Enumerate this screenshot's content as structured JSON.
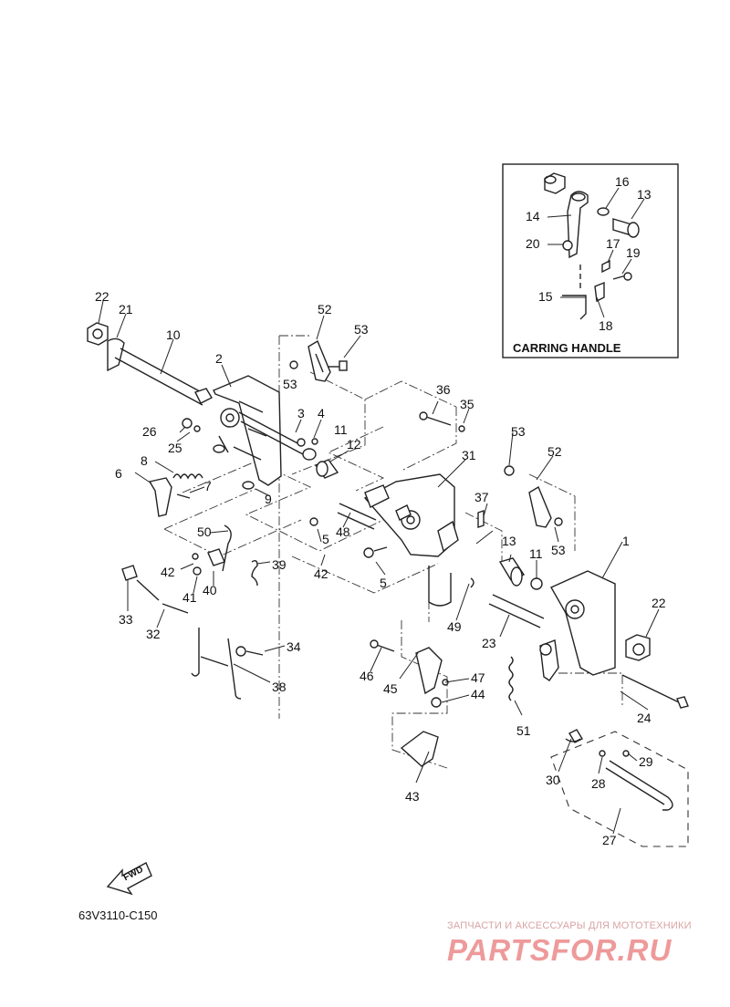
{
  "diagram_code": "63V3110-C150",
  "inset": {
    "title": "CARRING HANDLE"
  },
  "fwd_label": "FWD",
  "watermark": {
    "top_text": "ЗАПЧАСТИ И АКСЕССУАРЫ ДЛЯ МОТОТЕХНИКИ",
    "logo_text": "PARTSFOR.RU"
  },
  "callouts": [
    "1",
    "2",
    "3",
    "4",
    "5",
    "6",
    "7",
    "8",
    "9",
    "10",
    "11",
    "12",
    "13",
    "14",
    "15",
    "16",
    "17",
    "18",
    "19",
    "20",
    "21",
    "22",
    "23",
    "24",
    "25",
    "26",
    "27",
    "28",
    "29",
    "30",
    "31",
    "32",
    "33",
    "34",
    "35",
    "36",
    "37",
    "38",
    "39",
    "40",
    "41",
    "42",
    "43",
    "44",
    "45",
    "46",
    "47",
    "48",
    "49",
    "50",
    "51",
    "52",
    "53"
  ],
  "colors": {
    "line": "#222222",
    "background": "#ffffff",
    "watermark": "#ee9a9a"
  }
}
